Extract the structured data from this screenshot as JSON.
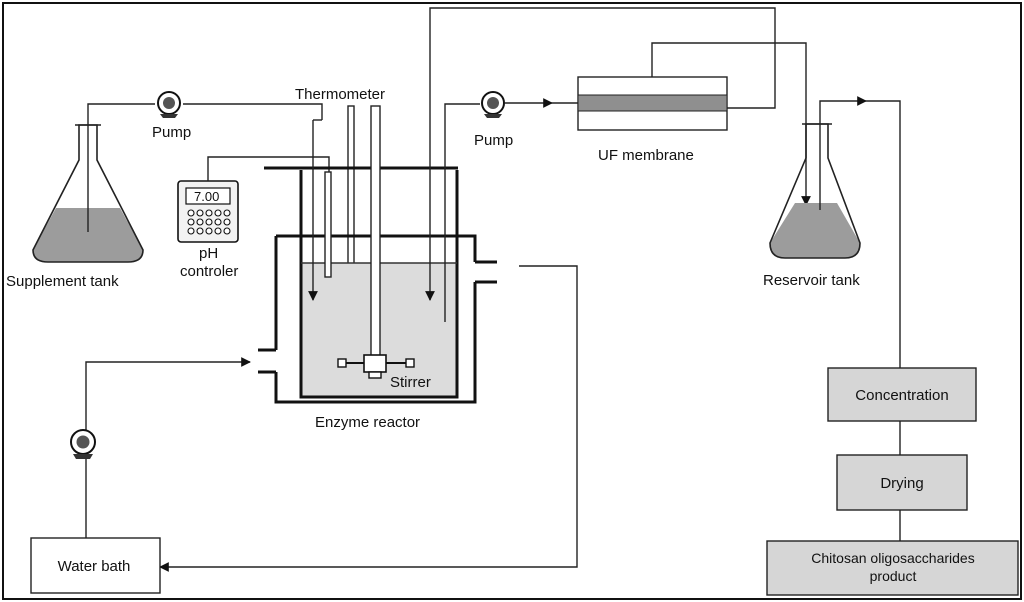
{
  "labels": {
    "supplement_tank": "Supplement tank",
    "pump_left": "Pump",
    "pump_mid": "Pump",
    "thermometer": "Thermometer",
    "ph_display": "7.00",
    "ph_controller_line1": "pH",
    "ph_controller_line2": "controler",
    "stirrer": "Stirrer",
    "enzyme_reactor": "Enzyme reactor",
    "uf_membrane": "UF membrane",
    "reservoir_tank": "Reservoir tank",
    "water_bath": "Water bath",
    "concentration": "Concentration",
    "drying": "Drying",
    "product_line1": "Chitosan oligosaccharides",
    "product_line2": "product"
  }
}
